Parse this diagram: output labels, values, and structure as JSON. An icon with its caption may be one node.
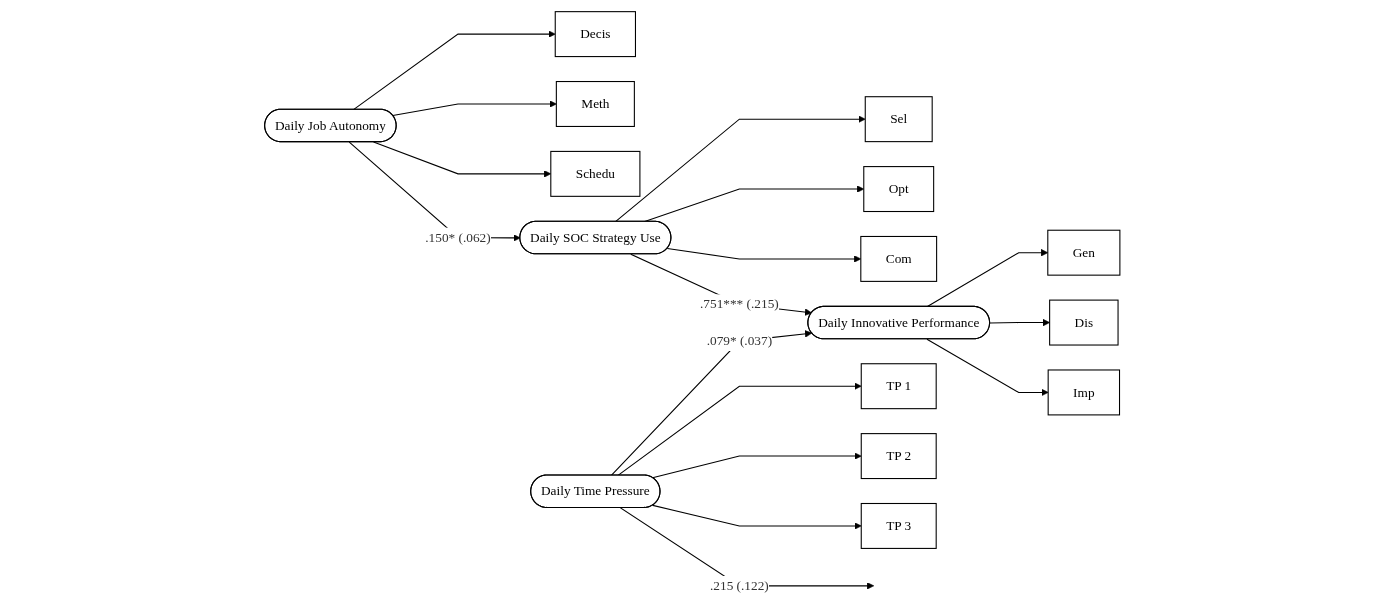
{
  "diagram": {
    "nodes": [
      {
        "text": [
          "Decis"
        ]
      },
      {
        "text": [
          "Meth"
        ]
      },
      {
        "text": [
          "Schedu"
        ]
      },
      {
        "text": [
          "Sel"
        ]
      },
      {
        "text": [
          "Opt"
        ]
      },
      {
        "text": [
          "Com"
        ]
      },
      {
        "text": [
          "Gen"
        ]
      },
      {
        "text": [
          "Dis"
        ]
      },
      {
        "text": [
          "Imp"
        ]
      },
      {
        "text": [
          "Daily Job Autonomy"
        ]
      },
      {
        "text": [
          "Daily SOC Strategy Use"
        ]
      },
      {
        "text": [
          "Daily Innovative Performance"
        ]
      },
      {
        "text": [
          "Daily Time Pressure"
        ]
      },
      {
        "text": [
          "TP 1"
        ]
      },
      {
        "text": [
          "TP 2"
        ]
      },
      {
        "text": [
          "TP 3"
        ]
      }
    ],
    "edges": [
      {
        "from": 9,
        "to": 0,
        "arrow": "to"
      },
      {
        "from": 9,
        "to": 1,
        "arrow": "to"
      },
      {
        "from": 9,
        "to": 2,
        "arrow": "to"
      },
      {
        "from": 10,
        "to": 3,
        "arrow": "to"
      },
      {
        "from": 10,
        "to": 4,
        "arrow": "to"
      },
      {
        "from": 10,
        "to": 5,
        "arrow": "to"
      },
      {
        "from": 11,
        "to": 6,
        "arrow": "to"
      },
      {
        "from": 11,
        "to": 7,
        "arrow": "to"
      },
      {
        "from": 11,
        "to": 8,
        "arrow": "to"
      },
      {
        "from": 9,
        "to": 10,
        "label": ".150* (.062)",
        "arrow": "to"
      },
      {
        "from": 10,
        "to": 11,
        "label": ".751*** (.215)",
        "arrow": "to"
      },
      {
        "from": 12,
        "to": null,
        "label": ".215 (.122)",
        "arrow": "to"
      },
      {
        "from": 12,
        "to": 11,
        "label": ".079* (.037)",
        "arrow": "to"
      },
      {
        "from": 12,
        "to": 13,
        "arrow": "to"
      },
      {
        "from": 12,
        "to": 14,
        "arrow": "to"
      },
      {
        "from": 12,
        "to": 15,
        "arrow": "to"
      }
    ]
  }
}
